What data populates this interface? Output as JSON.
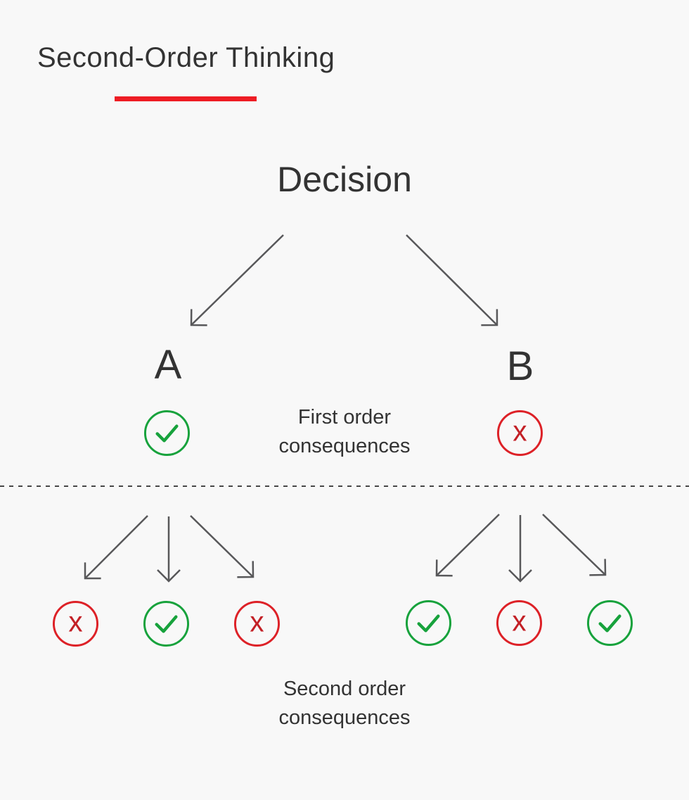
{
  "title": {
    "text": "Second-Order Thinking"
  },
  "tree": {
    "root_label": "Decision",
    "branch_a": {
      "label": "A",
      "first_order": [
        "check"
      ],
      "second_order": [
        "x",
        "check",
        "x"
      ]
    },
    "branch_b": {
      "label": "B",
      "first_order": [
        "x"
      ],
      "second_order": [
        "check",
        "x",
        "check"
      ]
    }
  },
  "captions": {
    "first_order": [
      "First order",
      "consequences"
    ],
    "second_order": [
      "Second order",
      "consequences"
    ]
  },
  "icons": {
    "check": "check-circle-icon",
    "x": "x-circle-icon",
    "x_glyph": "x"
  },
  "colors": {
    "background": "#f8f8f8",
    "text": "#333333",
    "accent_red": "#ee1c24",
    "positive": "#17a23c",
    "negative": "#dd2127",
    "negative_glyph": "#c32026",
    "arrow": "#58585a",
    "dashed_line": "#474747"
  }
}
